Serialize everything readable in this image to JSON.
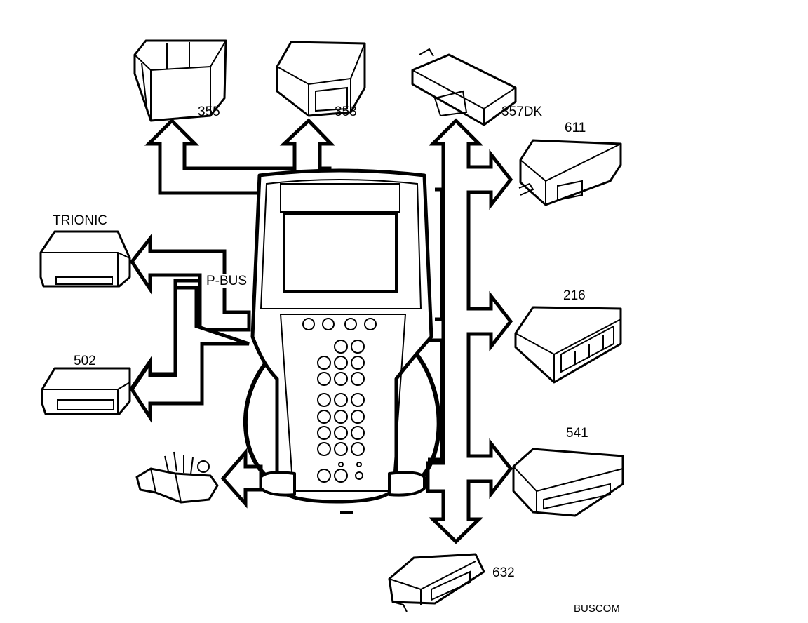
{
  "labels": {
    "m355": "355",
    "m353": "353",
    "m357": "357DK",
    "m611": "611",
    "trionic": "TRIONIC",
    "pbus": "P-BUS",
    "m216": "216",
    "m502": "502",
    "m541": "541",
    "m632": "632",
    "buscom": "BUSCOM"
  },
  "colors": {
    "ink": "#000000",
    "paper": "#ffffff"
  },
  "icons": {
    "scan_tool": "handheld-diagnostic-tool-icon",
    "modules": "control-module-icon",
    "connector": "diagnostic-connector-icon"
  }
}
